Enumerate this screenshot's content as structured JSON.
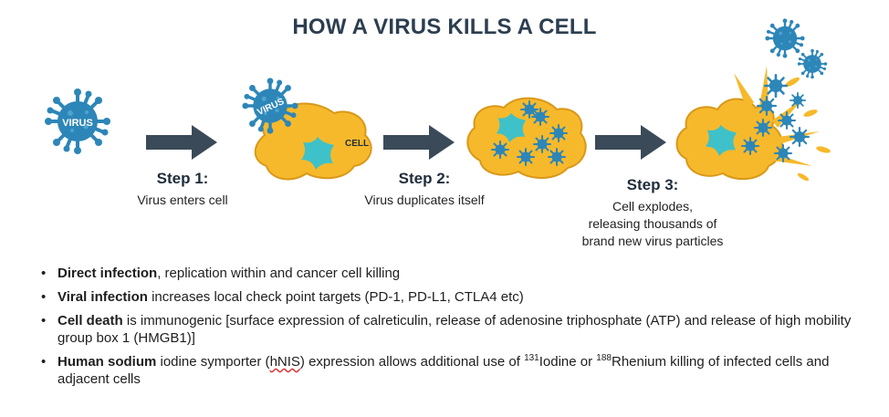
{
  "title": "HOW A VIRUS KILLS A CELL",
  "icons": {
    "virus_label": "VIRUS",
    "cell_label": "CELL"
  },
  "colors": {
    "title": "#2c3e50",
    "cell_fill": "#f6b92b",
    "cell_stroke": "#d9981a",
    "nucleus": "#3fc1c9",
    "virus": "#2d86b8",
    "arrow": "#3b4a58"
  },
  "steps": [
    {
      "head": "Step 1:",
      "desc": [
        "Virus enters cell"
      ]
    },
    {
      "head": "Step 2:",
      "desc": [
        "Virus duplicates itself"
      ]
    },
    {
      "head": "Step 3:",
      "desc": [
        "Cell explodes,",
        "releasing thousands of",
        "brand new virus particles"
      ]
    }
  ],
  "bullets": [
    {
      "bold": "Direct infection",
      "text": ", replication within and cancer cell killing"
    },
    {
      "bold": "Viral infection",
      "text": " increases local check point targets  (PD-1, PD-L1, CTLA4 etc)"
    },
    {
      "bold": "Cell death",
      "text": " is immunogenic [surface expression of calreticulin, release of adenosine triphosphate (ATP) and release of high mobility group box 1 (HMGB1)]"
    },
    {
      "bold": "Human sodium",
      "t1": " iodine symporter (",
      "squig": "hNIS",
      "t2": ") expression allows additional use of ",
      "sup1": "131",
      "t3": "Iodine or ",
      "sup2": "188",
      "t4": "Rhenium killing of infected cells and adjacent cells"
    }
  ]
}
